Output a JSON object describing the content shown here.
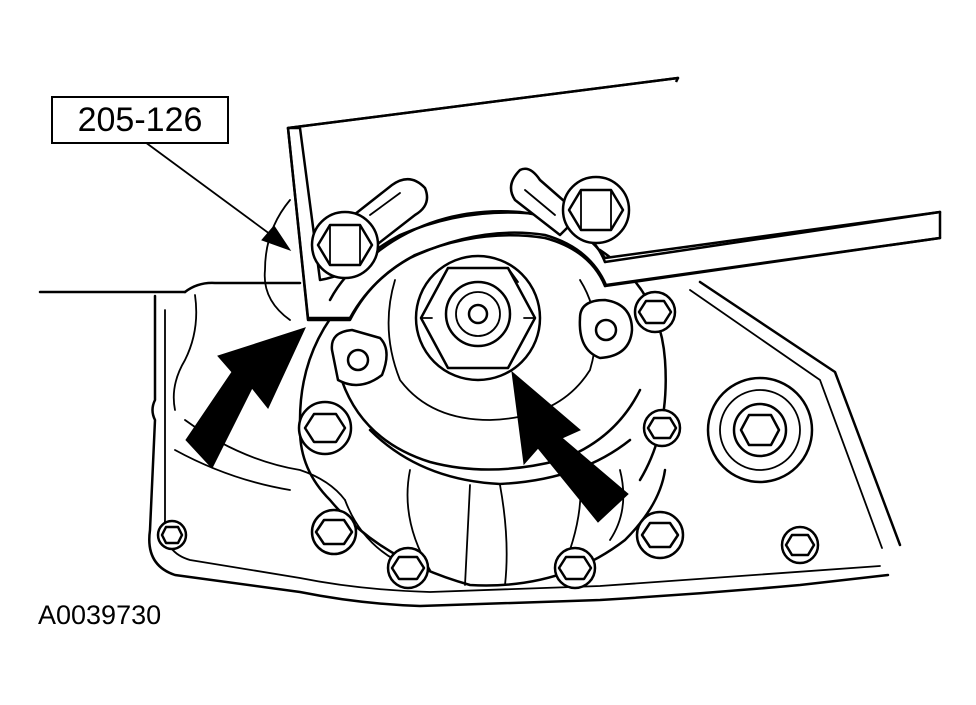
{
  "diagram": {
    "tool_label": "205-126",
    "figure_id": "A0039730",
    "colors": {
      "line": "#000000",
      "background": "#ffffff"
    },
    "arrows": [
      {
        "name": "arrow-left",
        "target": "tool-plate-edge"
      },
      {
        "name": "arrow-right",
        "target": "pump-shaft-nut"
      }
    ]
  }
}
